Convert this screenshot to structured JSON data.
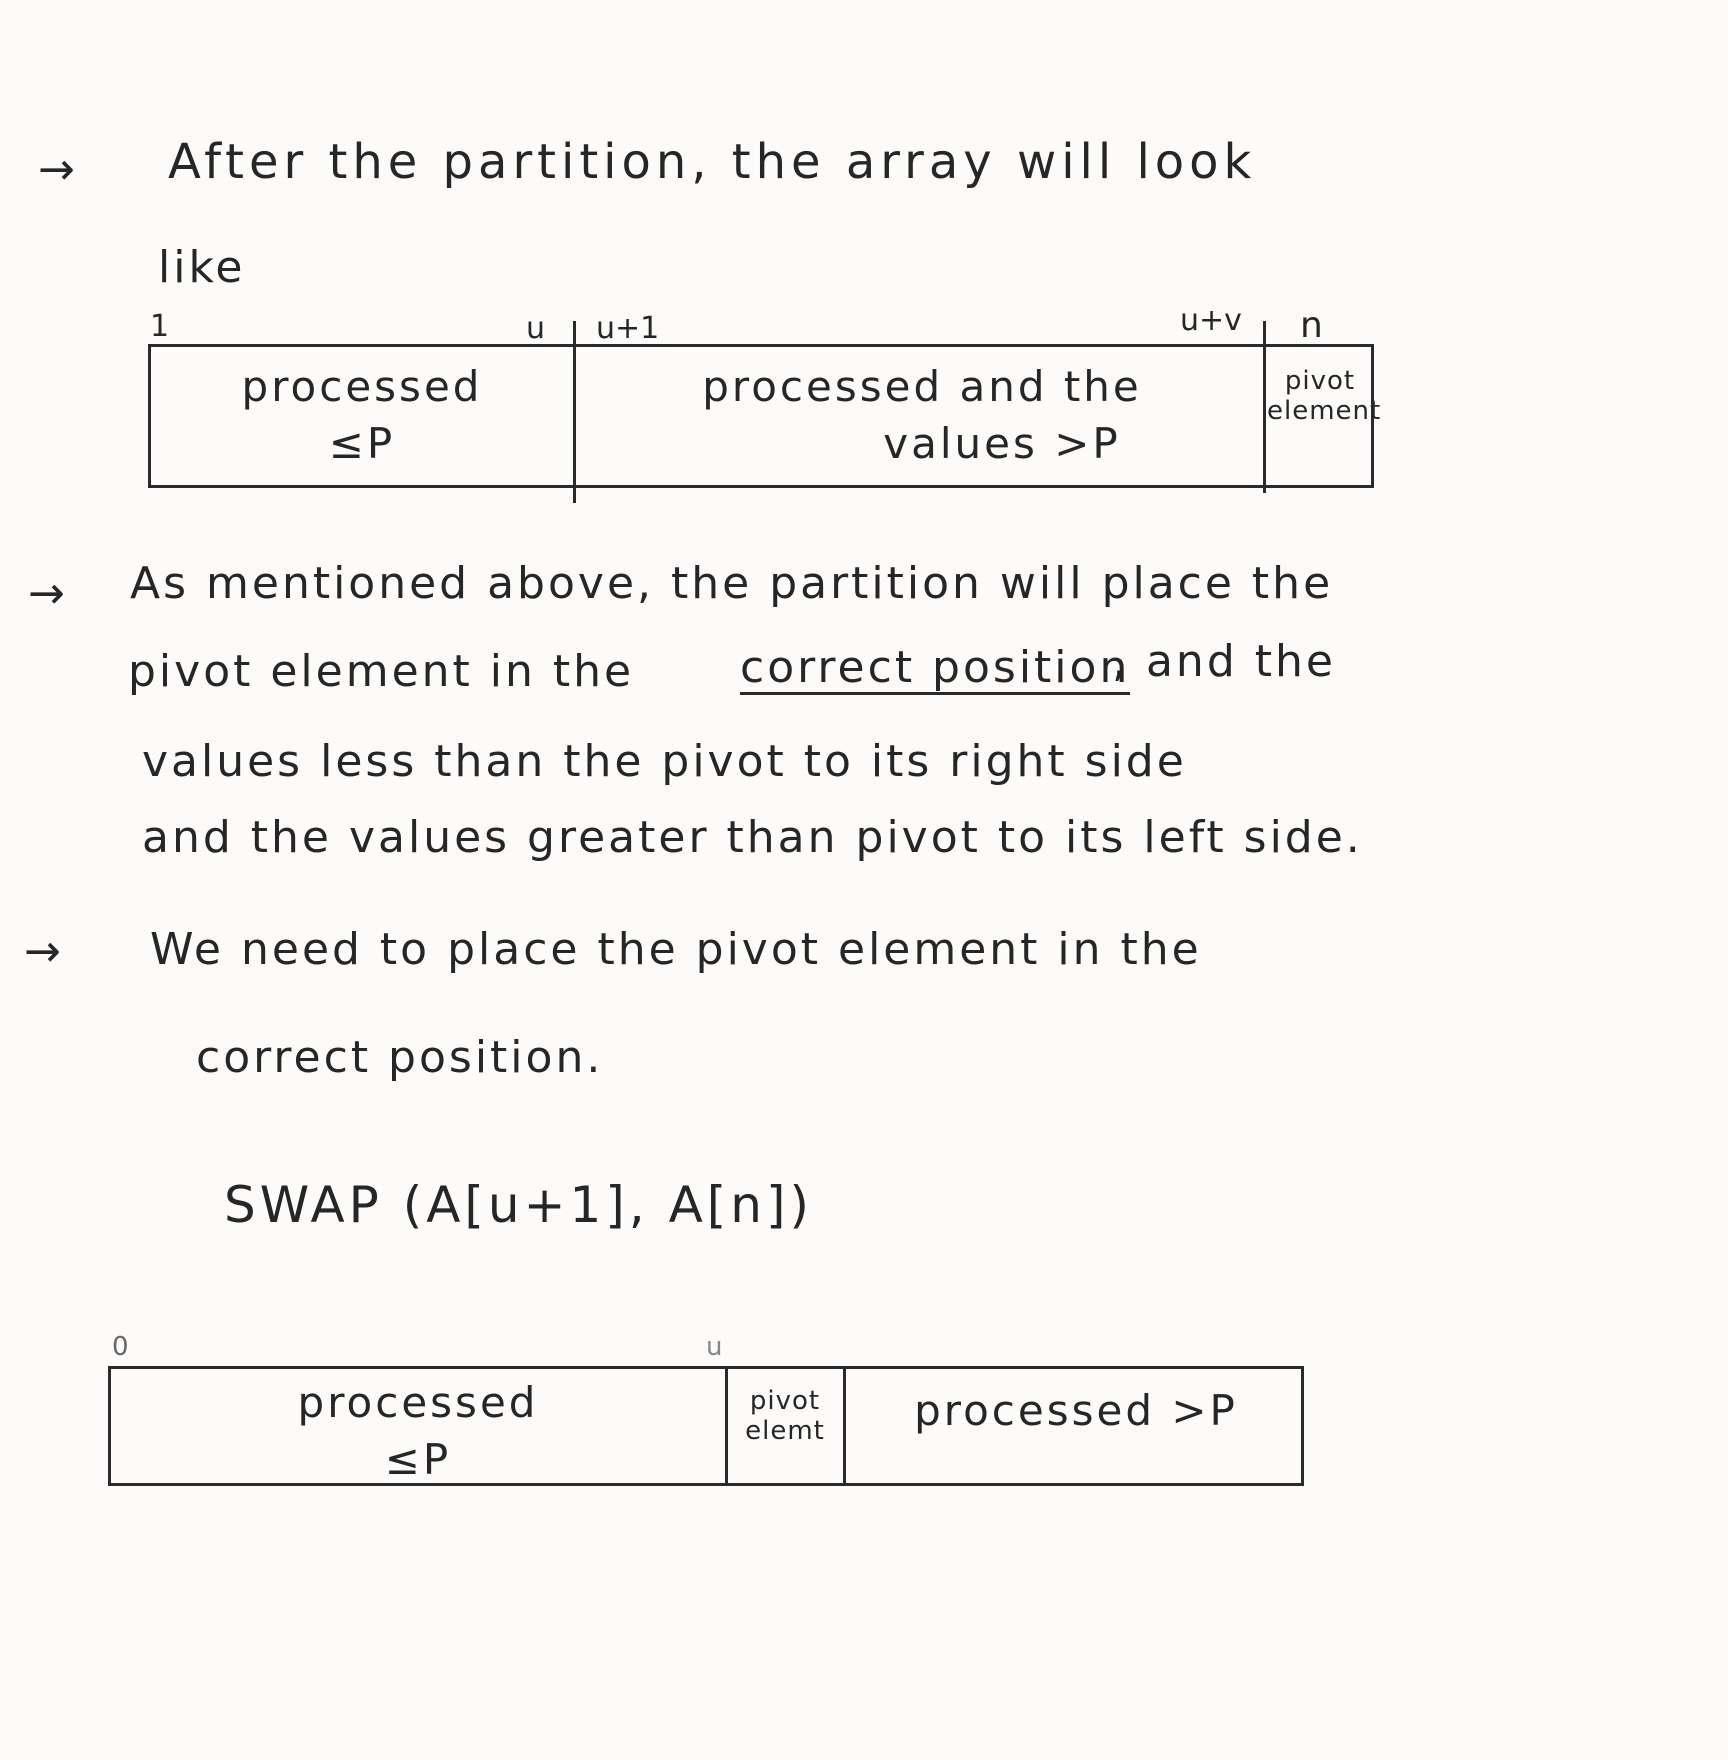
{
  "sections": [
    {
      "arrow": "→",
      "lines": [
        "After the partition, the array will look",
        "like"
      ]
    },
    {
      "arrow": "→",
      "lines": [
        "As mentioned above, the partition will place the",
        "pivot element in the",
        "correct position",
        ", and the",
        "values less than the pivot to its right side",
        "and the values greater than pivot to its left side."
      ]
    },
    {
      "arrow": "→",
      "lines": [
        "We need to place the pivot element in the",
        "correct position."
      ]
    }
  ],
  "array1": {
    "indices": [
      "1",
      "u",
      "u+1",
      "u+v",
      "n"
    ],
    "cells": [
      [
        "processed",
        "≤P"
      ],
      [
        "processed and the",
        "values >P"
      ],
      [
        "pivot",
        "element"
      ]
    ]
  },
  "swap": "SWAP (A[u+1], A[n])",
  "array2": {
    "indices": [
      "0",
      "u"
    ],
    "cells": [
      [
        "processed",
        "≤P"
      ],
      [
        "pivot",
        "elemt"
      ],
      [
        "processed >P"
      ]
    ]
  }
}
